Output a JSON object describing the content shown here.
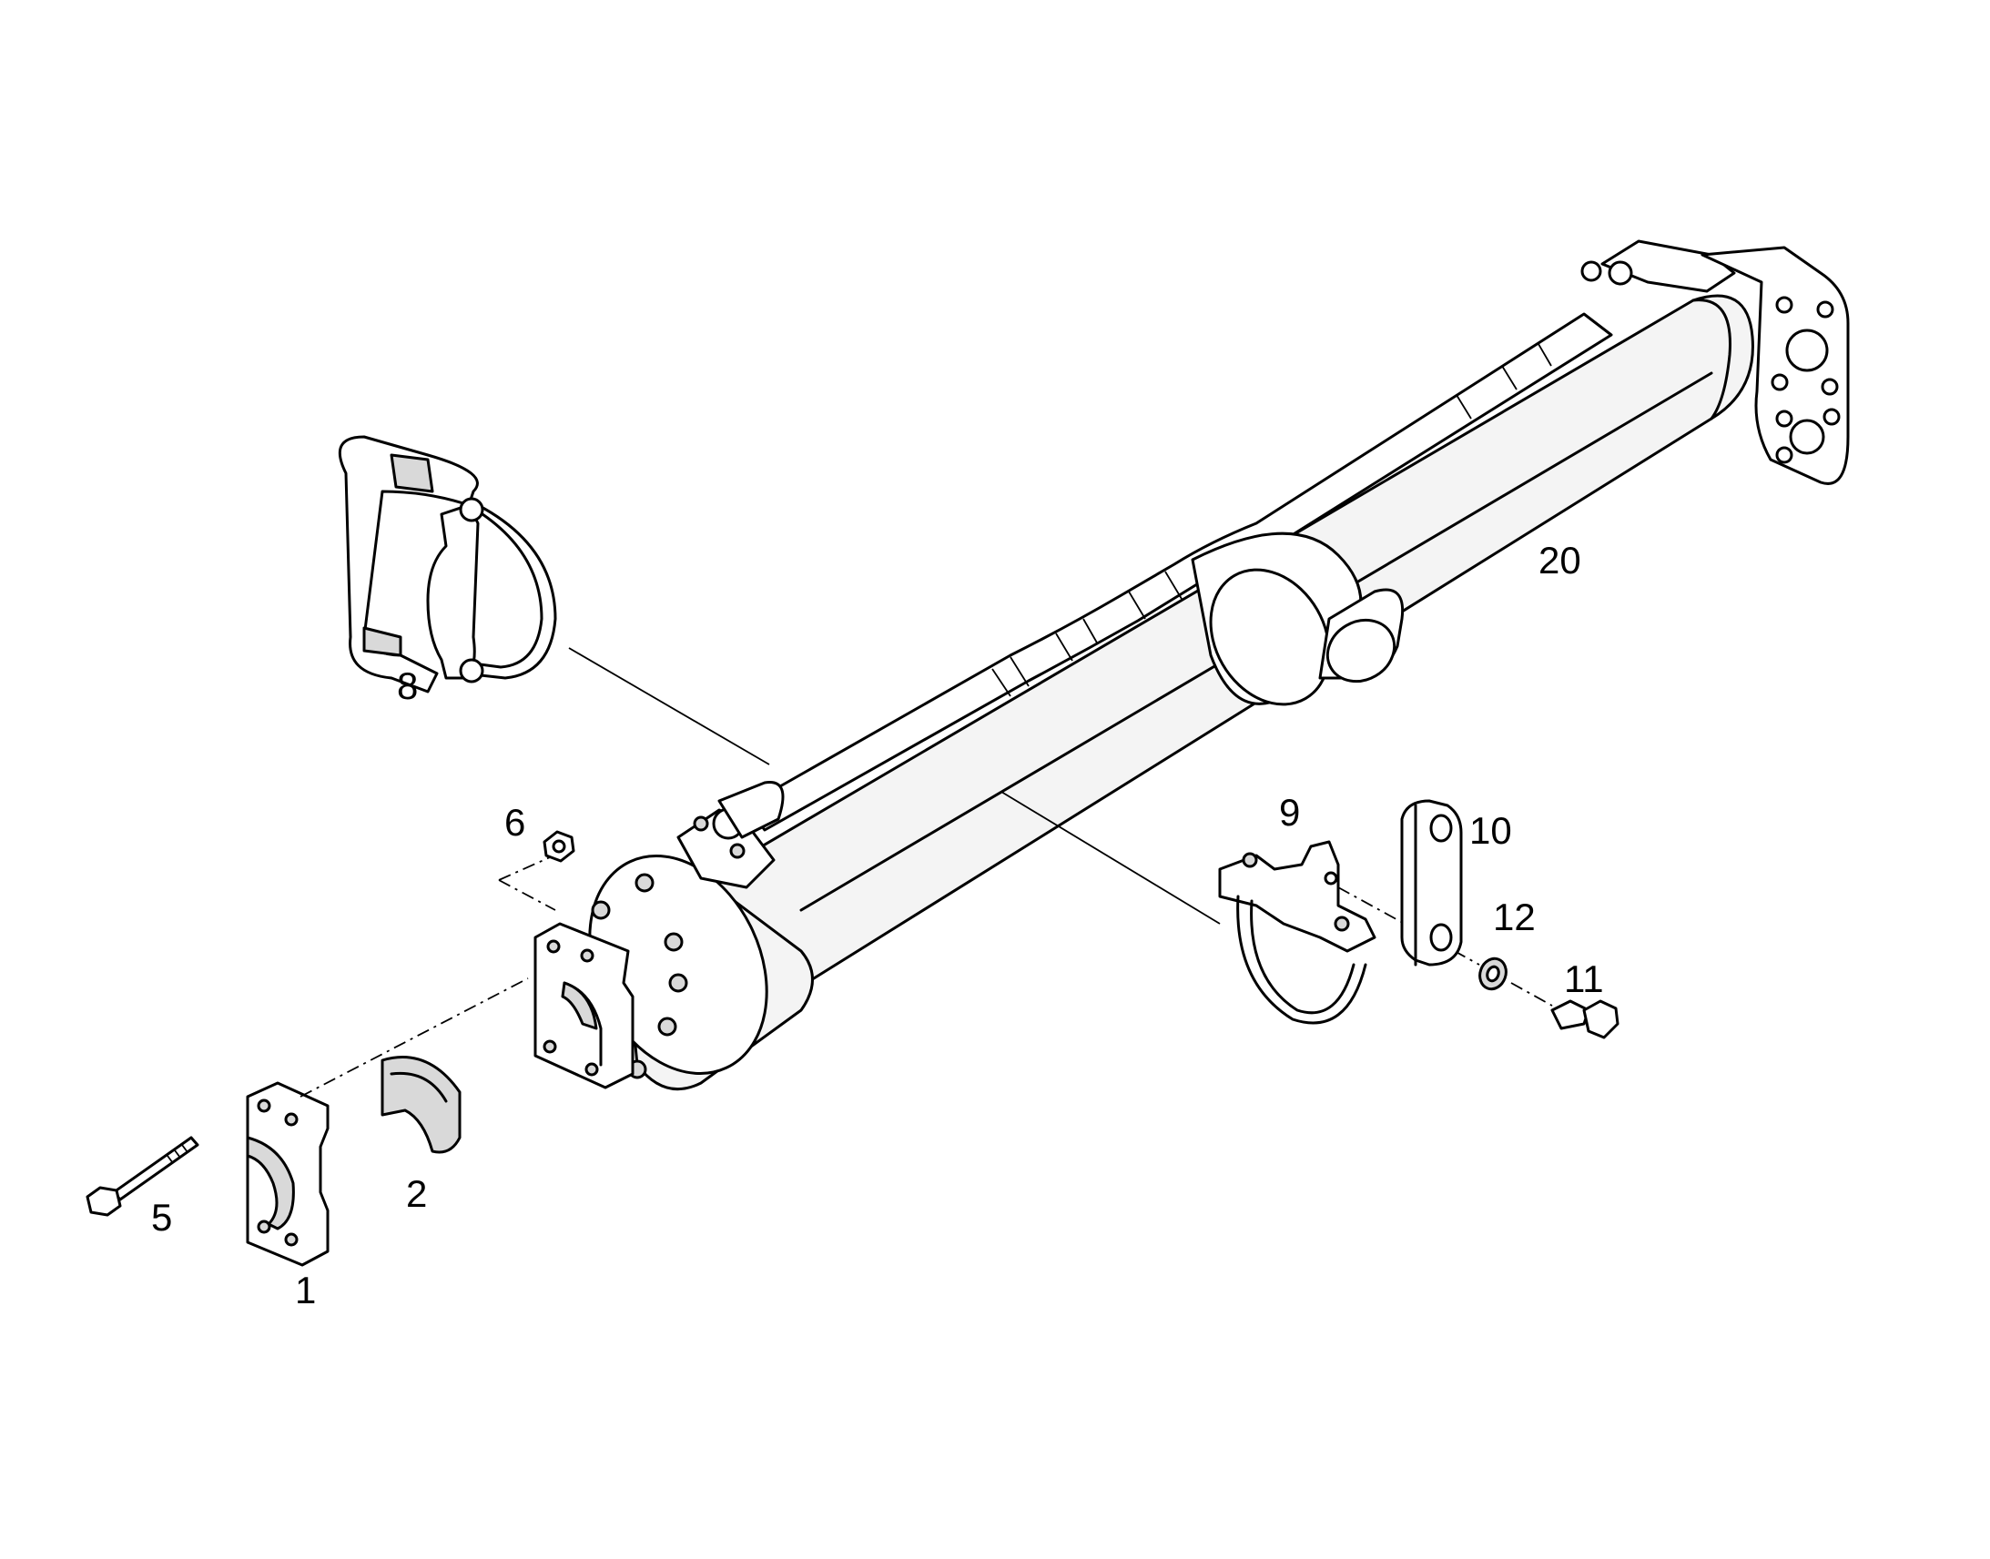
{
  "diagram": {
    "type": "exploded parts drawing",
    "callouts": [
      {
        "id": "callout-1",
        "label": "1"
      },
      {
        "id": "callout-2",
        "label": "2"
      },
      {
        "id": "callout-5",
        "label": "5"
      },
      {
        "id": "callout-6",
        "label": "6"
      },
      {
        "id": "callout-8",
        "label": "8"
      },
      {
        "id": "callout-9",
        "label": "9"
      },
      {
        "id": "callout-10",
        "label": "10"
      },
      {
        "id": "callout-11",
        "label": "11"
      },
      {
        "id": "callout-12",
        "label": "12"
      },
      {
        "id": "callout-20",
        "label": "20"
      }
    ]
  }
}
